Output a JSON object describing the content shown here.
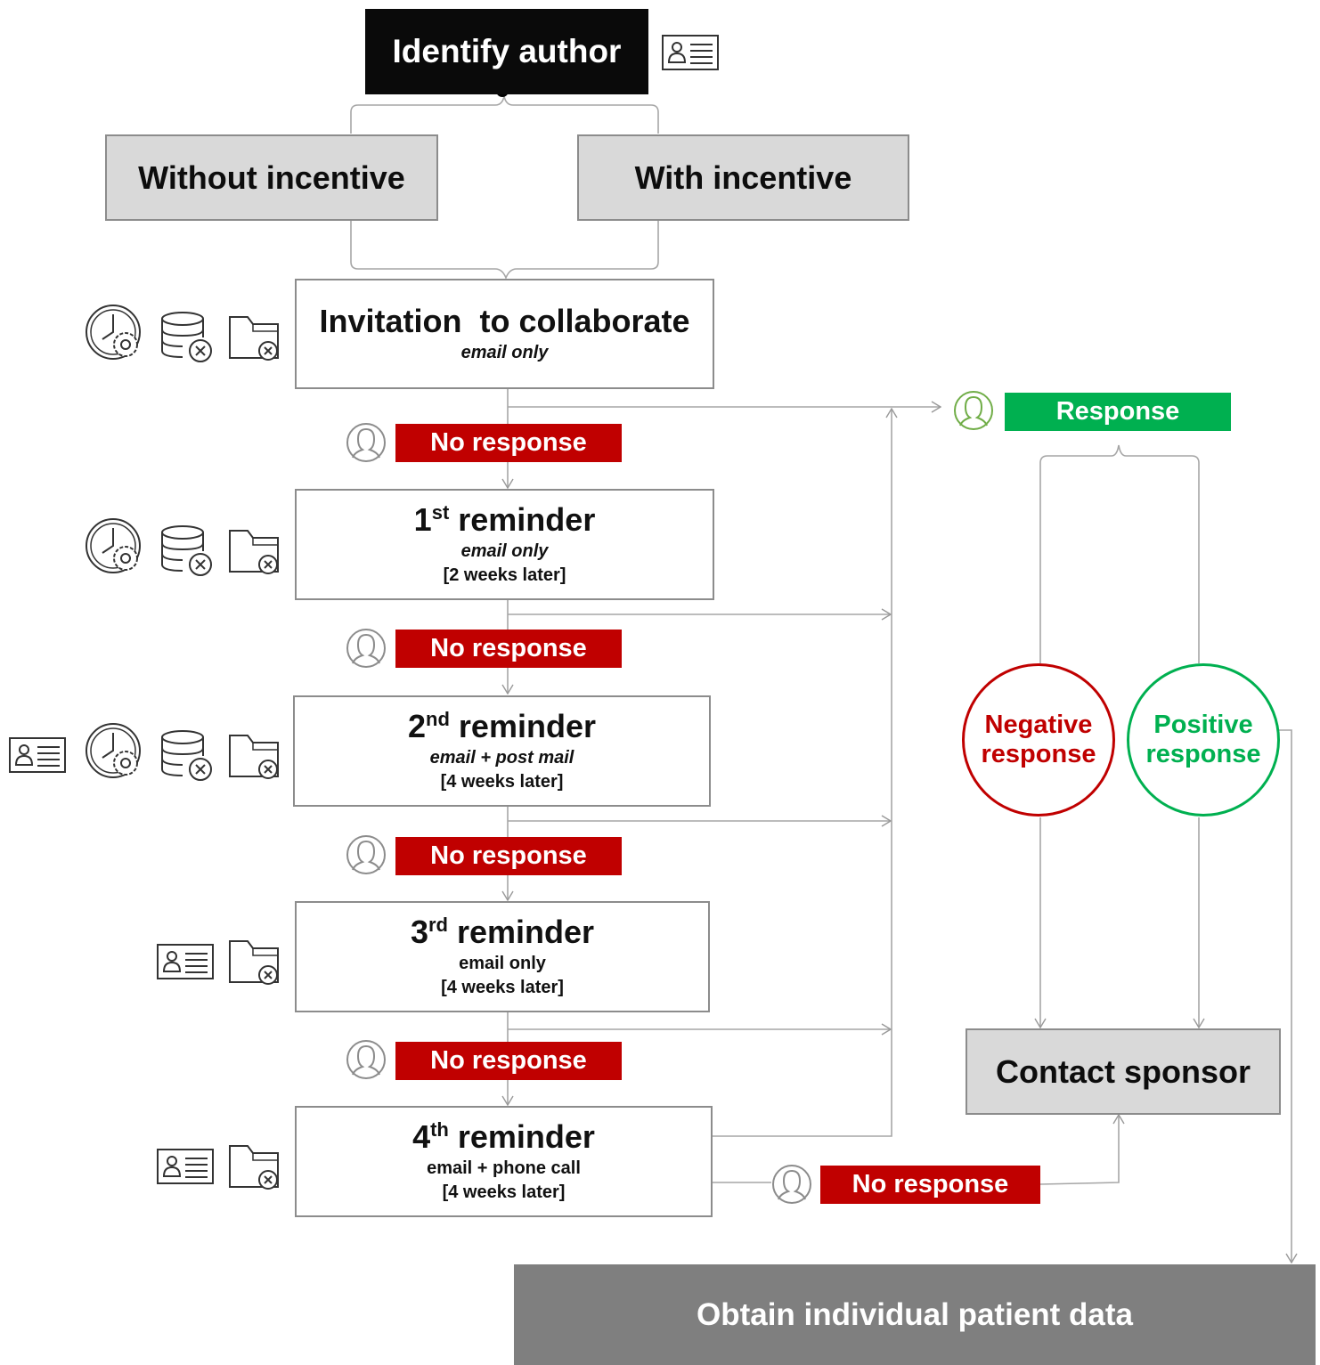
{
  "nodes": {
    "identify": "Identify author",
    "without": "Without incentive",
    "with": "With incentive",
    "invitation": {
      "title": "Invitation  to collaborate",
      "sub": "email only"
    },
    "r1": {
      "num": "1",
      "sup": "st",
      "word": " reminder",
      "sub": "email only",
      "when": "[2 weeks later]"
    },
    "r2": {
      "num": "2",
      "sup": "nd",
      "word": " reminder",
      "sub": "email + post mail",
      "when": "[4 weeks later]"
    },
    "r3": {
      "num": "3",
      "sup": "rd",
      "word": " reminder",
      "sub": "email only",
      "when": "[4 weeks later]"
    },
    "r4": {
      "num": "4",
      "sup": "th",
      "word": " reminder",
      "sub": "email + phone call",
      "when": "[4 weeks later]"
    },
    "no_response": "No response",
    "response": "Response",
    "negative": [
      "Negative",
      "response"
    ],
    "positive": [
      "Positive",
      "response"
    ],
    "contact": "Contact sponsor",
    "obtain": "Obtain individual patient data"
  },
  "colors": {
    "red": "#c00000",
    "green": "#00b050",
    "dark": "#0a0a0a",
    "grey_box": "#d9d9d9",
    "final": "#7f7f7f"
  },
  "icons": [
    "id-card-icon",
    "clock-gear-icon",
    "database-x-icon",
    "folder-x-icon",
    "user-icon"
  ]
}
